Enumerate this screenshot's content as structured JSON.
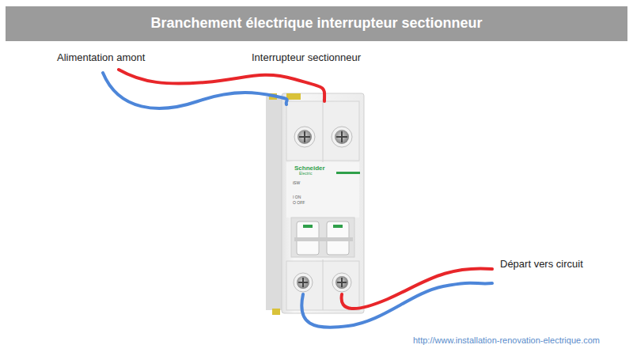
{
  "diagram": {
    "title": "Branchement électrique interrupteur sectionneur",
    "labels": [
      "Alimentation amont",
      "Interrupteur sectionneur",
      "Départ vers circuit",
      "Schneider",
      "Electric",
      "iSW",
      "I ON",
      "O OFF",
      "http://www.installation-renovation-electrique.com"
    ]
  }
}
